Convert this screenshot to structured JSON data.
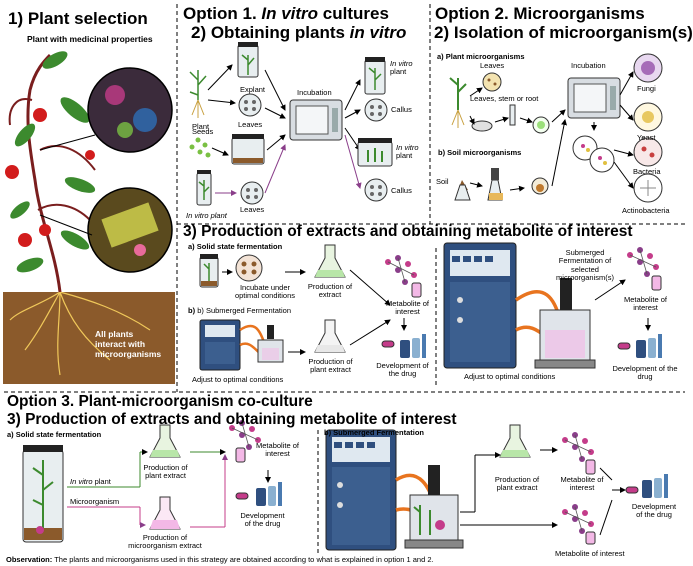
{
  "section1": {
    "title": "1) Plant selection",
    "subtitle": "Plant with medicinal properties",
    "note_line1": "All plants",
    "note_line2": "interact with",
    "note_line3": "microorganisms"
  },
  "option1": {
    "title_prefix": "Option 1. ",
    "title_italic": "In vitro",
    "title_suffix": " cultures",
    "subtitle_prefix": "2) Obtaining plants ",
    "subtitle_italic": "in vitro",
    "labels": {
      "explant": "Explant",
      "plant": "Plant",
      "leaves_top": "Leaves",
      "incubation": "Incubation",
      "invitro_plant_top_1": "In vitro",
      "invitro_plant_top_2": "plant",
      "callus_top": "Callus",
      "seeds": "Seeds",
      "invitro_plant_mid_1": "In vitro",
      "invitro_plant_mid_2": "plant",
      "callus_bottom": "Callus",
      "leaves_bottom": "Leaves",
      "invitro_plant_left": "In vitro plant"
    }
  },
  "option2": {
    "title": "Option 2. Microorganisms",
    "subtitle": "2) Isolation of microorganism(s)",
    "a_label": "a) Plant microorganisms",
    "leaves": "Leaves",
    "leaves_stem_root": "Leaves, stem or root",
    "incubation": "Incubation",
    "b_label": "b) Soil microorganisms",
    "soil": "Soil",
    "fungi": "Fungi",
    "yeast": "Yeast",
    "bacteria": "Bacteria",
    "actinobacteria": "Actinobacteria"
  },
  "section3_top": {
    "title": "3) Production of extracts and obtaining metabolite of interest",
    "a_label": "a) Solid state fermentation",
    "incubate_1": "Incubate under",
    "incubate_2": "optimal conditions",
    "production_1": "Production of",
    "production_2": "extract",
    "b_label": "b) Submerged Fermentation",
    "metabolite_1": "Metabolite of",
    "metabolite_2": "interest",
    "production_plant_1": "Production of",
    "production_plant_2": "plant extract",
    "adjust": "Adjust to optimal conditions",
    "development_1": "Development of",
    "development_2": "the drug",
    "right_sub_1": "Submerged Fermentation of",
    "right_sub_2": "selected",
    "right_sub_3": "microorganism(s)",
    "right_metabolite_1": "Metabolite of",
    "right_metabolite_2": "interest",
    "right_adjust": "Adjust to optimal conditions",
    "right_development_1": "Development of the",
    "right_development_2": "drug"
  },
  "option3": {
    "title": "Option 3. Plant-microorganism co-culture",
    "subtitle": "3) Production of extracts and obtaining metabolite of interest",
    "a_label": "a) Solid state fermentation",
    "invitro_italic": "In vitro",
    "invitro_suffix": " plant",
    "microorganism": "Microorganism",
    "production_plant_1": "Production of",
    "production_plant_2": "plant extract",
    "production_micro_1": "Production of",
    "production_micro_2": "microorganism extract",
    "metabolite_1": "Metabolite of",
    "metabolite_2": "interest",
    "development_1": "Development",
    "development_2": "of the drug",
    "b_label": "b) Submerged Fermentation",
    "b_production_1": "Production of",
    "b_production_2": "plant extract",
    "b_metabolite_1": "Metabolite of",
    "b_metabolite_2": "interest",
    "b_development_1": "Development",
    "b_development_2": "of the drug",
    "b_metabolite_bottom": "Metabolite of interest"
  },
  "observation": {
    "label": "Observation:",
    "text": " The plants and microorganisms used in this strategy are obtained according to what is explained in option 1 and 2."
  },
  "colors": {
    "soil_brown": "#8b5a2b",
    "leaf_green": "#3c8a2e",
    "berry_red": "#d21c1c",
    "flask_green": "#b8e6a8",
    "flask_pink": "#f3b8e6",
    "orange_tube": "#e8741f",
    "machine_blue": "#2f4f7f",
    "arrow_purple": "#8a3e8a"
  }
}
